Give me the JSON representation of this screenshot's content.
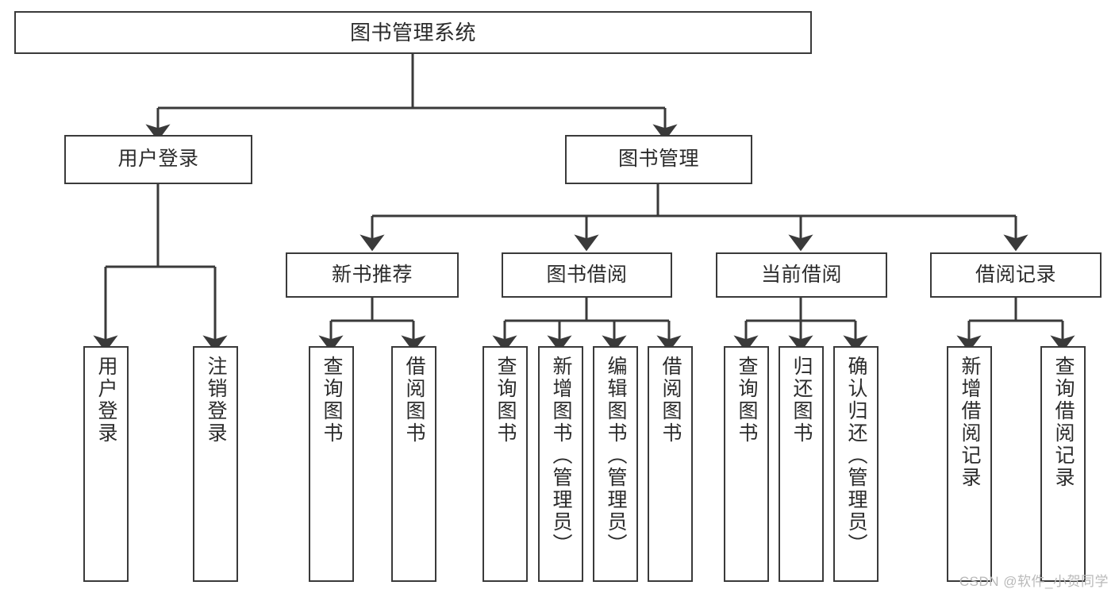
{
  "diagram": {
    "kind": "tree-hierarchy",
    "title": "图书管理系统",
    "watermark": "CSDN @软件_小贺同学",
    "colors": {
      "stroke": "#3a3a3a",
      "text": "#2b2b2b",
      "background": "#ffffff",
      "watermark": "#b9b9b9"
    },
    "nodes": {
      "root": {
        "label": "图书管理系统"
      },
      "level1": [
        {
          "id": "user-login",
          "label": "用户登录"
        },
        {
          "id": "book-manage",
          "label": "图书管理"
        }
      ],
      "level2": [
        {
          "id": "new-book-recommend",
          "label": "新书推荐"
        },
        {
          "id": "book-borrow",
          "label": "图书借阅"
        },
        {
          "id": "current-borrow",
          "label": "当前借阅"
        },
        {
          "id": "borrow-record",
          "label": "借阅记录"
        }
      ],
      "leaves": {
        "user_login": [
          {
            "id": "leaf-user-login",
            "label": "用户登录"
          },
          {
            "id": "leaf-logout-login",
            "label": "注销登录"
          }
        ],
        "new_book_recommend": [
          {
            "id": "leaf-query-book-1",
            "label": "查询图书"
          },
          {
            "id": "leaf-borrow-book-1",
            "label": "借阅图书"
          }
        ],
        "book_borrow": [
          {
            "id": "leaf-query-book-2",
            "label": "查询图书"
          },
          {
            "id": "leaf-add-book",
            "label": "新增图书（管理员）"
          },
          {
            "id": "leaf-edit-book",
            "label": "编辑图书（管理员）"
          },
          {
            "id": "leaf-borrow-book-2",
            "label": "借阅图书"
          }
        ],
        "current_borrow": [
          {
            "id": "leaf-query-book-3",
            "label": "查询图书"
          },
          {
            "id": "leaf-return-book",
            "label": "归还图书"
          },
          {
            "id": "leaf-confirm-return",
            "label": "确认归还（管理员）"
          }
        ],
        "borrow_record": [
          {
            "id": "leaf-add-borrow-record",
            "label": "新增借阅记录"
          },
          {
            "id": "leaf-query-borrow-record",
            "label": "查询借阅记录"
          }
        ]
      }
    }
  }
}
